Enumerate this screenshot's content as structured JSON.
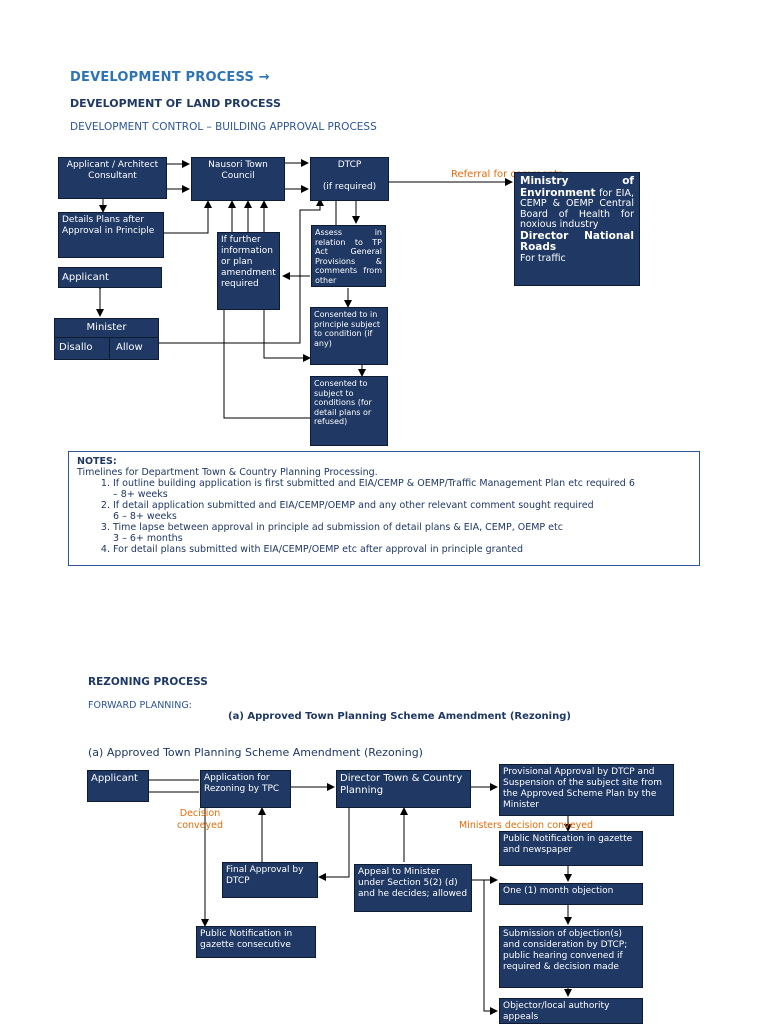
{
  "heading_main": "DEVELOPMENT PROCESS →",
  "heading_sub": "DEVELOPMENT OF LAND PROCESS",
  "heading_sub2": "DEVELOPMENT CONTROL – BUILDING APPROVAL PROCESS",
  "dev": {
    "applicant_box": "Applicant / Architect Consultant",
    "nausori": "Nausori Town Council",
    "dtcp": "DTCP",
    "dtcp_note": "(if required)",
    "referral": "Referral for comments",
    "ministry_title": "Ministry of Environment",
    "ministry_text1": "for EIA, CEMP & OEMP Central Board of Health for noxious industry",
    "ministry_title2": "Director National Roads",
    "ministry_text2": "For traffic",
    "details": "Details Plans after Approval in Principle",
    "further_info": "If further information or plan amendment required",
    "assess": "Assess in relation to TP Act General Provisions & comments from other",
    "applicant2": "Applicant",
    "minister": "Minister",
    "disallow": "Disallo",
    "allow": "Allow",
    "consent1": "Consented to in principle subject to condition (if any)",
    "consent2": "Consented to subject to conditions (for detail plans or refused)"
  },
  "notes": {
    "title": "NOTES:",
    "intro": "Timelines for Department Town & Country Planning Processing.",
    "items": [
      {
        "text": "If outline building application is first submitted and EIA/CEMP & OEMP/Traffic Management Plan etc required 6",
        "sub": "– 8+ weeks"
      },
      {
        "text": "If detail application submitted and EIA/CEMP/OEMP and any other relevant comment sought required",
        "sub": "6 – 8+ weeks"
      },
      {
        "text": "Time lapse between approval in principle ad submission of detail plans & EIA, CEMP, OEMP etc",
        "sub": "3 – 6+ months"
      },
      {
        "text": "For detail plans submitted with EIA/CEMP/OEMP etc after approval in principle granted",
        "sub": ""
      }
    ]
  },
  "rezoning": {
    "title": "REZONING PROCESS",
    "forward": "FORWARD PLANNING:",
    "scheme_bold": "(a) Approved Town Planning Scheme Amendment (Rezoning)",
    "scheme_plain": "(a) Approved Town Planning Scheme Amendment (Rezoning)",
    "applicant": "Applicant",
    "application": "Application for Rezoning by TPC",
    "director": "Director Town & Country Planning",
    "provisional": "Provisional Approval by DTCP and Suspension of the subject site from the Approved Scheme Plan by the Minister",
    "decision": "Decision conveyed",
    "ministers_decision": "Ministers decision conveyed",
    "public_notif": "Public Notification in gazette and newspaper",
    "final_approval": "Final Approval by DTCP",
    "appeal": "Appeal to Minister under Section 5(2) (d) and he decides; allowed",
    "one_month": "One (1) month objection",
    "public_gazette": "Public Notification in gazette consecutive",
    "submission": "Submission of objection(s) and consideration by DTCP; public hearing convened if required & decision made",
    "objector": "Objector/local authority appeals"
  },
  "colors": {
    "box": "#1f3864",
    "accent": "#2e74b5",
    "orange": "#e46c0a"
  }
}
